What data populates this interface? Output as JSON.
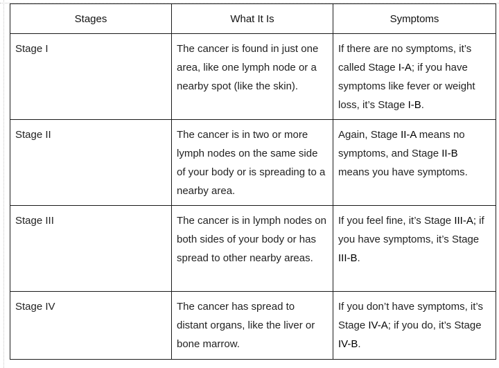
{
  "headers": [
    "Stages",
    "What It Is",
    "Symptoms"
  ],
  "rows": [
    {
      "stage": "Stage I",
      "what": "The cancer is found in just one area, like one lymph node or a nearby spot (like the skin).",
      "symptoms": {
        "pre": "If there are no symptoms, it’s called Stage ",
        "a": "I-A",
        "mid": "; if you have symptoms like fever or weight loss, it’s Stage ",
        "b": "I-B",
        "post": "."
      }
    },
    {
      "stage": "Stage II",
      "what": "The cancer is in two or more lymph nodes on the same side of your body or is spreading to a nearby area.",
      "symptoms": {
        "pre": "Again, Stage ",
        "a": "II-A",
        "mid": " means no symptoms, and Stage ",
        "b": "II-B",
        "post": " means you have symptoms."
      }
    },
    {
      "stage": "Stage III",
      "what": "The cancer is in lymph nodes on both sides of your body or has spread to other nearby areas.",
      "symptoms": {
        "pre": "If you feel fine, it’s Stage ",
        "a": "III-A;",
        "mid": " if you have symptoms, it’s Stage ",
        "b": "III-B",
        "post": "."
      }
    },
    {
      "stage": "Stage IV",
      "what": "The cancer has spread to distant organs, like the liver or bone marrow.",
      "symptoms": {
        "pre": "If you don’t have symptoms, it’s Stage ",
        "a": "IV-A",
        "mid": "; if you do, it’s Stage ",
        "b": "IV-B",
        "post": "."
      }
    }
  ]
}
